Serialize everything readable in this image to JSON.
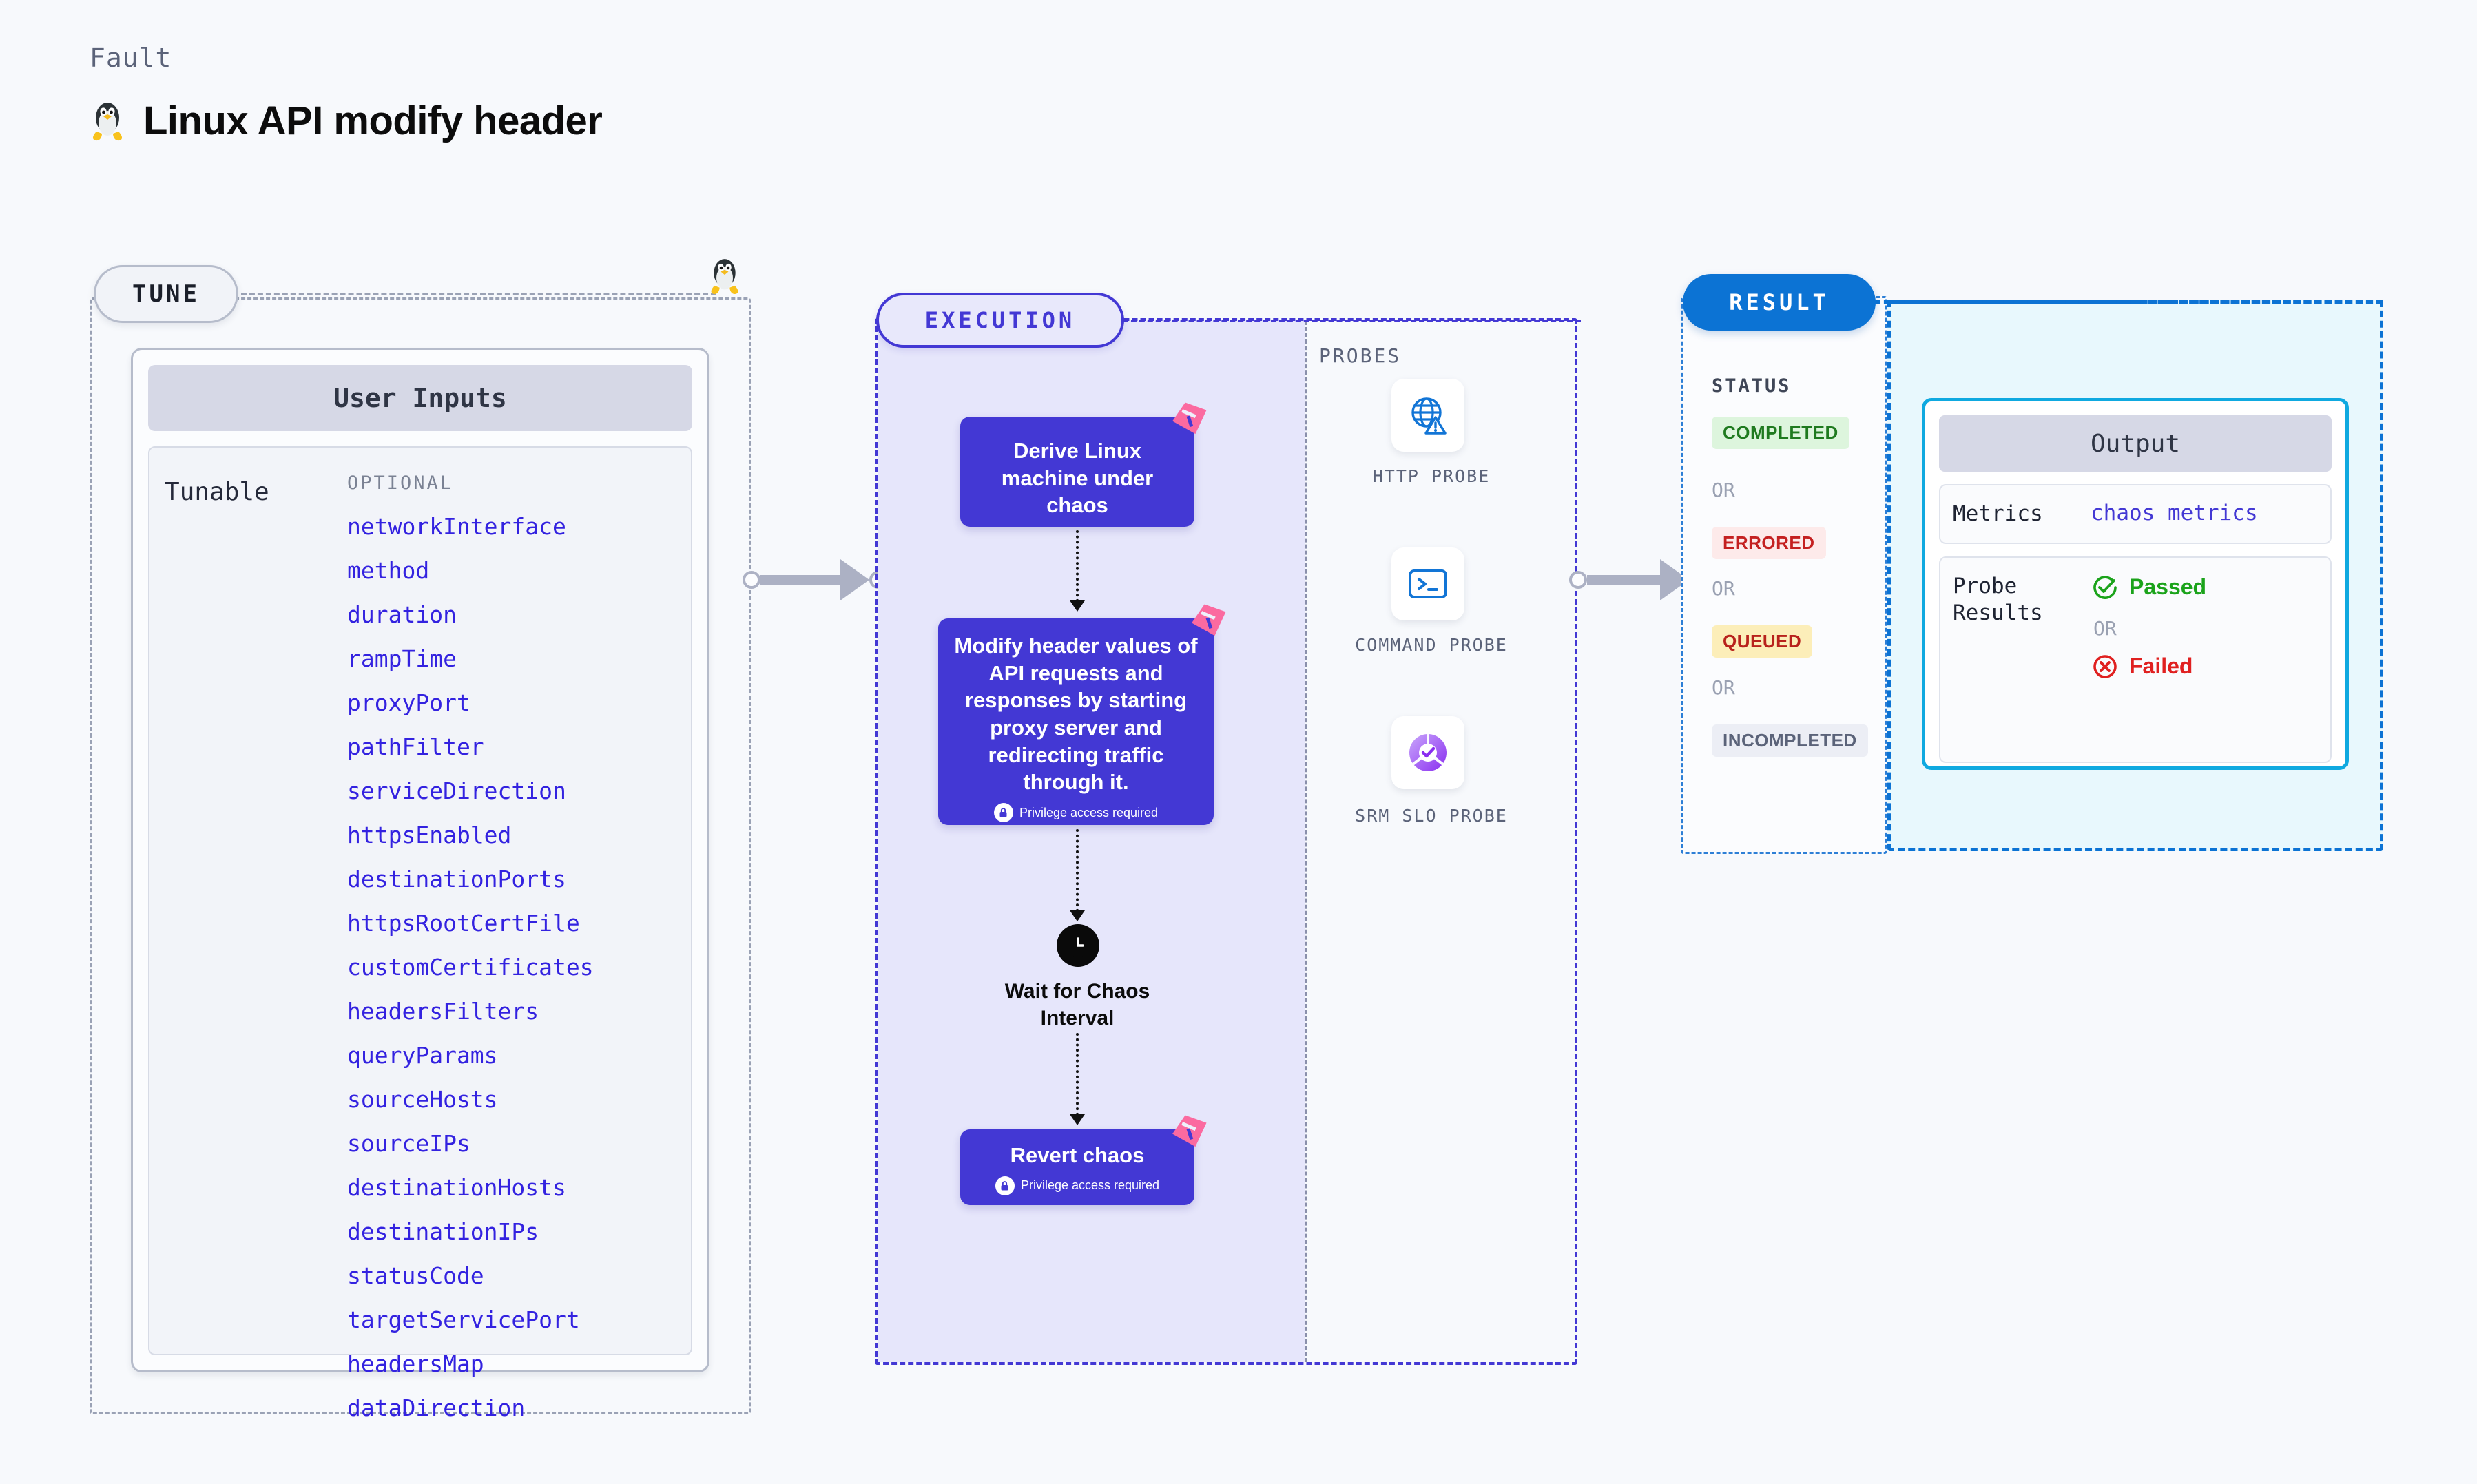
{
  "header": {
    "eyebrow": "Fault",
    "title": "Linux API modify header",
    "icon": "linux-penguin-icon"
  },
  "tune": {
    "pill_label": "TUNE",
    "penguin_icon": "linux-penguin-icon",
    "user_inputs_title": "User Inputs",
    "tunable_label": "Tunable",
    "optional_label": "OPTIONAL",
    "tunables": [
      "networkInterface",
      "method",
      "duration",
      "rampTime",
      "proxyPort",
      "pathFilter",
      "serviceDirection",
      "httpsEnabled",
      "destinationPorts",
      "httpsRootCertFile",
      "customCertificates",
      "headersFilters",
      "queryParams",
      "sourceHosts",
      "sourceIPs",
      "destinationHosts",
      "destinationIPs",
      "statusCode",
      "targetServicePort",
      "headersMap",
      "dataDirection"
    ]
  },
  "execution": {
    "pill_label": "EXECUTION",
    "steps": {
      "derive": {
        "title": "Derive Linux machine under chaos",
        "ribbon_icon": "chaos-ribbon-icon"
      },
      "modify": {
        "title": "Modify header values of API requests and responses by starting proxy server and redirecting traffic through it.",
        "privilege": "Privilege access required",
        "lock_icon": "lock-icon",
        "ribbon_icon": "chaos-ribbon-icon"
      },
      "wait": {
        "title": "Wait for Chaos Interval",
        "clock_icon": "clock-icon"
      },
      "revert": {
        "title": "Revert chaos",
        "privilege": "Privilege access required",
        "lock_icon": "lock-icon",
        "ribbon_icon": "chaos-ribbon-icon"
      }
    },
    "probes_label": "PROBES",
    "probes": [
      {
        "caption": "HTTP  PROBE",
        "icon": "globe-warning-icon"
      },
      {
        "caption": "COMMAND PROBE",
        "icon": "terminal-icon"
      },
      {
        "caption": "SRM  SLO PROBE",
        "icon": "slo-donut-check-icon"
      }
    ]
  },
  "result": {
    "pill_label": "RESULT",
    "status_label": "STATUS",
    "or_label": "OR",
    "statuses": [
      {
        "label": "COMPLETED",
        "bg": "#ddf5dd",
        "color": "#1f7a1f"
      },
      {
        "label": "ERRORED",
        "bg": "#fdeaea",
        "color": "#c42020"
      },
      {
        "label": "QUEUED",
        "bg": "#fceeb9",
        "color": "#b8221c"
      },
      {
        "label": "INCOMPLETED",
        "bg": "#eceef5",
        "color": "#5b6379"
      }
    ],
    "output": {
      "title": "Output",
      "metrics_label": "Metrics",
      "metrics_value": "chaos metrics",
      "probe_results_label": "Probe Results",
      "passed_label": "Passed",
      "passed_icon": "check-circle-icon",
      "or_label": "OR",
      "failed_label": "Failed",
      "failed_icon": "x-circle-icon"
    }
  },
  "colors": {
    "accent_purple": "#4338d4",
    "accent_blue": "#0c73d4",
    "accent_cyan": "#0fa9e0",
    "ribbon_pink": "#fb6aa0",
    "background": "#f7f9fc"
  }
}
